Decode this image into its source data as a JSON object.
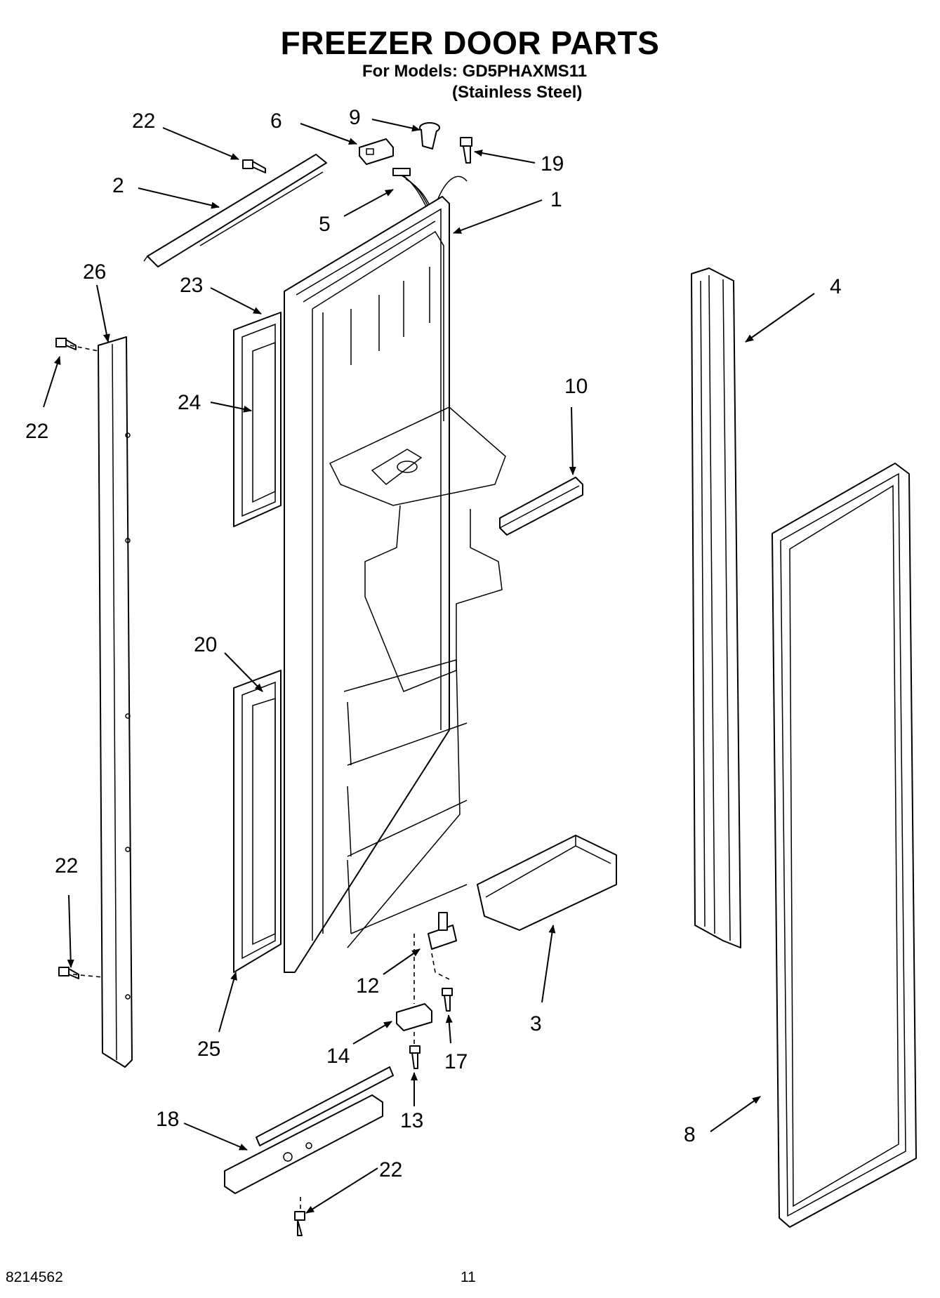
{
  "header": {
    "title": "FREEZER DOOR PARTS",
    "models_line": "For Models: GD5PHAXMS11",
    "variant_line": "(Stainless Steel)"
  },
  "callouts": [
    "22",
    "6",
    "9",
    "19",
    "2",
    "5",
    "1",
    "26",
    "23",
    "4",
    "22",
    "24",
    "10",
    "20",
    "22",
    "12",
    "3",
    "25",
    "14",
    "17",
    "18",
    "13",
    "8",
    "22"
  ],
  "footer": {
    "doc_number": "8214562",
    "page_number": "11"
  }
}
